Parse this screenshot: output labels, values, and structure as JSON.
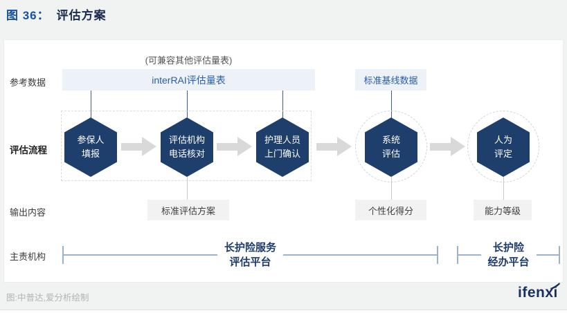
{
  "title": {
    "figure_label": "图 36：",
    "figure_name": "评估方案"
  },
  "diagram": {
    "compat_note": "(可兼容其他评估量表)",
    "row_labels": {
      "reference": "参考数据",
      "process": "评估流程",
      "output": "输出内容",
      "org": "主责机构"
    },
    "reference_items": [
      {
        "label": "interRAI评估量表"
      },
      {
        "label": "标准基线数据"
      }
    ],
    "process_steps": [
      {
        "line1": "参保人",
        "line2": "填报"
      },
      {
        "line1": "评估机构",
        "line2": "电话核对"
      },
      {
        "line1": "护理人员",
        "line2": "上门确认"
      },
      {
        "line1": "系统",
        "line2": "评估"
      },
      {
        "line1": "人为",
        "line2": "评定"
      }
    ],
    "outputs": [
      "标准评估方案",
      "个性化得分",
      "能力等级"
    ],
    "orgs": [
      {
        "line1": "长护险服务",
        "line2": "评估平台"
      },
      {
        "line1": "长护险",
        "line2": "经办平台"
      }
    ]
  },
  "footer": {
    "source": "图:中普达,爱分析绘制",
    "logo": "ifenxi"
  },
  "colors": {
    "hexagon_navy": "#1e3e6c",
    "reference_box_bg": "#edf2f9",
    "reference_text_blue": "#2a5da8",
    "title_blue": "#1552a0",
    "org_text_navy": "#1d3a6b",
    "bracket_line": "#9db1ca",
    "arrow_gray": "#d9d9d9",
    "output_box_bg": "#f2f2f2",
    "page_bg": "#f1f2f2"
  }
}
